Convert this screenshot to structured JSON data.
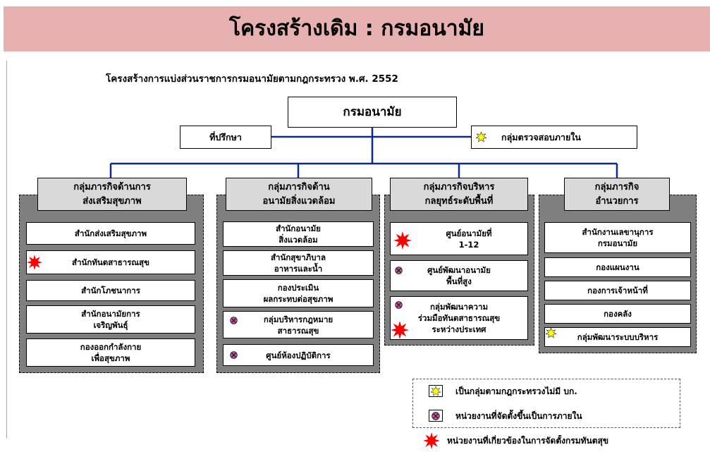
{
  "banner": {
    "title": "โครงสร้างเดิม : กรมอนามัย"
  },
  "diagram": {
    "subtitle": "โครงสร้างการแบ่งส่วนราชการกรมอนามัยตามกฎกระทรวง พ.ศ. 2552",
    "root": "กรมอนามัย",
    "advisor": "ที่ปรึกษา",
    "internal_audit": "กลุ่มตรวจสอบภายใน",
    "groups": [
      {
        "heading": [
          "กลุ่มภารกิจด้านการ",
          "ส่งเสริมสุขภาพ"
        ],
        "items": [
          {
            "lines": [
              "สำนักส่งเสริมสุขภาพ"
            ],
            "marker": "none"
          },
          {
            "lines": [
              "สำนักทันตสาธารณสุข"
            ],
            "marker": "red-star"
          },
          {
            "lines": [
              "สำนักโภชนาการ"
            ],
            "marker": "none"
          },
          {
            "lines": [
              "สำนักอนามัยการ",
              "เจริญพันธุ์"
            ],
            "marker": "none"
          },
          {
            "lines": [
              "กองออกกำลังกาย",
              "เพื่อสุขภาพ"
            ],
            "marker": "none"
          }
        ]
      },
      {
        "heading": [
          "กลุ่มภารกิจด้าน",
          "อนามัยสิ่งแวดล้อม"
        ],
        "items": [
          {
            "lines": [
              "สำนักอนามัย",
              "สิ่งแวดล้อม"
            ],
            "marker": "none"
          },
          {
            "lines": [
              "สำนักสุขาภิบาล",
              "อาหารและน้ำ"
            ],
            "marker": "none"
          },
          {
            "lines": [
              "กองประเมิน",
              "ผลกระทบต่อสุขภาพ"
            ],
            "marker": "none"
          },
          {
            "lines": [
              "กลุ่มบริหารกฎหมาย",
              "สาธารณสุข"
            ],
            "marker": "internal-circle"
          },
          {
            "lines": [
              "ศูนย์ห้องปฏิบัติการ"
            ],
            "marker": "internal-circle"
          }
        ]
      },
      {
        "heading": [
          "กลุ่มภารกิจบริหาร",
          "กลยุทธ์ระดับพื้นที่"
        ],
        "items": [
          {
            "lines": [
              "ศูนย์อนามัยที่",
              "1-12"
            ],
            "marker": "red-star"
          },
          {
            "lines": [
              "ศูนย์พัฒนาอนามัย",
              "พื้นที่สูง"
            ],
            "marker": "internal-circle"
          },
          {
            "lines": [
              "กลุ่มพัฒนาความ",
              "ร่วมมือทันตสาธารณสุข",
              "ระหว่างประเทศ"
            ],
            "marker": "internal-circle+red-star"
          }
        ]
      },
      {
        "heading": [
          "กลุ่มภารกิจ",
          "อำนวยการ"
        ],
        "items": [
          {
            "lines": [
              "สำนักงานเลขานุการ",
              "กรมอนามัย"
            ],
            "marker": "none"
          },
          {
            "lines": [
              "กองแผนงาน"
            ],
            "marker": "none"
          },
          {
            "lines": [
              "กองการเจ้าหน้าที่"
            ],
            "marker": "none"
          },
          {
            "lines": [
              "กองคลัง"
            ],
            "marker": "none"
          },
          {
            "lines": [
              "กลุ่มพัฒนาระบบบริหาร"
            ],
            "marker": "yellow-sun"
          }
        ]
      }
    ]
  },
  "legend": {
    "items": [
      {
        "icon": "yellow-sun-icon",
        "text": "เป็นกลุ่มตามกฎกระทรวงไม่มี บก."
      },
      {
        "icon": "internal-unit-icon",
        "text": "หน่วยงานที่จัดตั้งขึ้นเป็นการภายใน"
      },
      {
        "icon": "red-star-icon",
        "text": "หน่วยงานที่เกี่ยวข้องในการจัดตั้งกรมทันตสุข"
      }
    ]
  },
  "colors": {
    "banner": "#e8b1b1",
    "connector": "#0b2b8f",
    "panel": "#7f7f7f",
    "heading": "#d9d9d9",
    "star": "#ff0000",
    "sun": "#ffff00",
    "internal_circle": "#c6529f"
  }
}
